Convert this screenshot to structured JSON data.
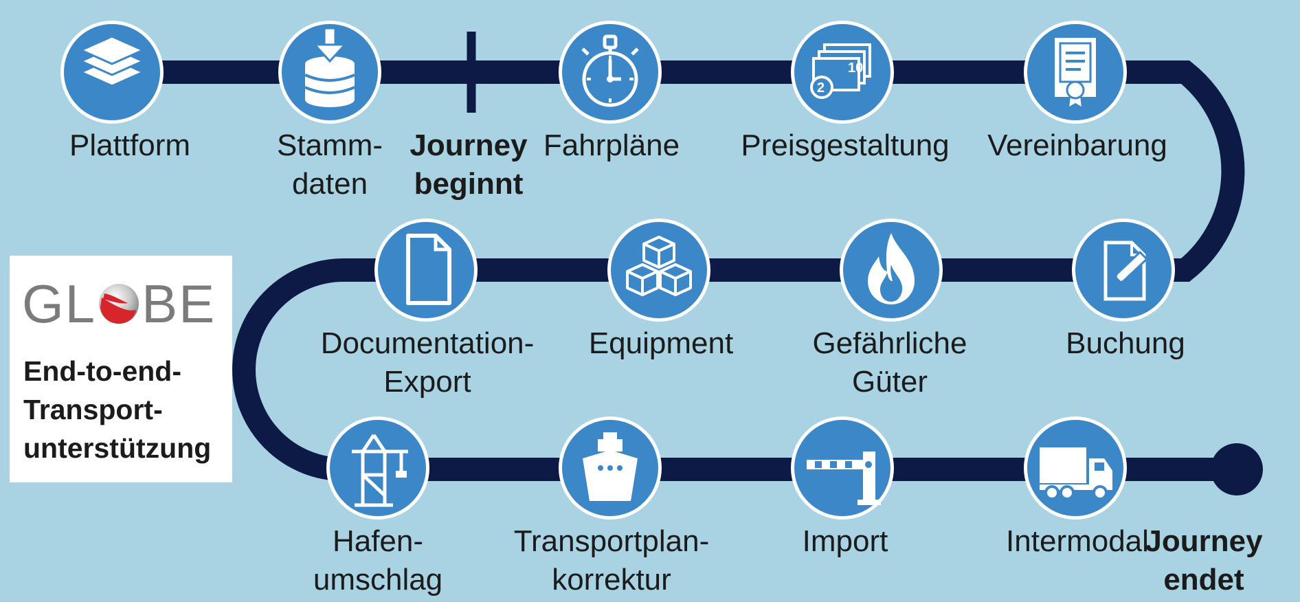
{
  "colors": {
    "background": "#a9d3e2",
    "track": "#0d1a46",
    "node_fill": "#3b87c8",
    "node_border": "#ffffff",
    "logo_accent": "#d8252b"
  },
  "steps": [
    {
      "id": "plattform",
      "label_lines": [
        "Plattform"
      ],
      "icon": "layers-icon"
    },
    {
      "id": "stammdaten",
      "label_lines": [
        "Stamm-",
        "daten"
      ],
      "icon": "database-download-icon"
    },
    {
      "id": "fahrplaene",
      "label_lines": [
        "Fahrpläne"
      ],
      "icon": "stopwatch-icon"
    },
    {
      "id": "preisgestaltung",
      "label_lines": [
        "Preisgestaltung"
      ],
      "icon": "banknotes-coin-icon"
    },
    {
      "id": "vereinbarung",
      "label_lines": [
        "Vereinbarung"
      ],
      "icon": "certificate-icon"
    },
    {
      "id": "buchung",
      "label_lines": [
        "Buchung"
      ],
      "icon": "document-edit-icon"
    },
    {
      "id": "gefaehrliche-gueter",
      "label_lines": [
        "Gefährliche",
        "Güter"
      ],
      "icon": "fire-icon"
    },
    {
      "id": "equipment",
      "label_lines": [
        "Equipment"
      ],
      "icon": "boxes-icon"
    },
    {
      "id": "documentation-export",
      "label_lines": [
        "Documentation-",
        "Export"
      ],
      "icon": "document-icon"
    },
    {
      "id": "hafenumschlag",
      "label_lines": [
        "Hafen-",
        "umschlag"
      ],
      "icon": "port-crane-icon"
    },
    {
      "id": "transportplankorrektur",
      "label_lines": [
        "Transportplan-",
        "korrektur"
      ],
      "icon": "ship-icon"
    },
    {
      "id": "import",
      "label_lines": [
        "Import"
      ],
      "icon": "barrier-gate-icon"
    },
    {
      "id": "intermodal",
      "label_lines": [
        "Intermodal"
      ],
      "icon": "truck-icon"
    }
  ],
  "journey_start": {
    "label_lines": [
      "Journey",
      "beginnt"
    ]
  },
  "journey_end": {
    "label_lines": [
      "Journey",
      "endet"
    ]
  },
  "logo": {
    "text_left": "GL",
    "text_right": "BE"
  },
  "tagline_lines": [
    "End-to-end-",
    "Transport-",
    "unterstützung"
  ]
}
